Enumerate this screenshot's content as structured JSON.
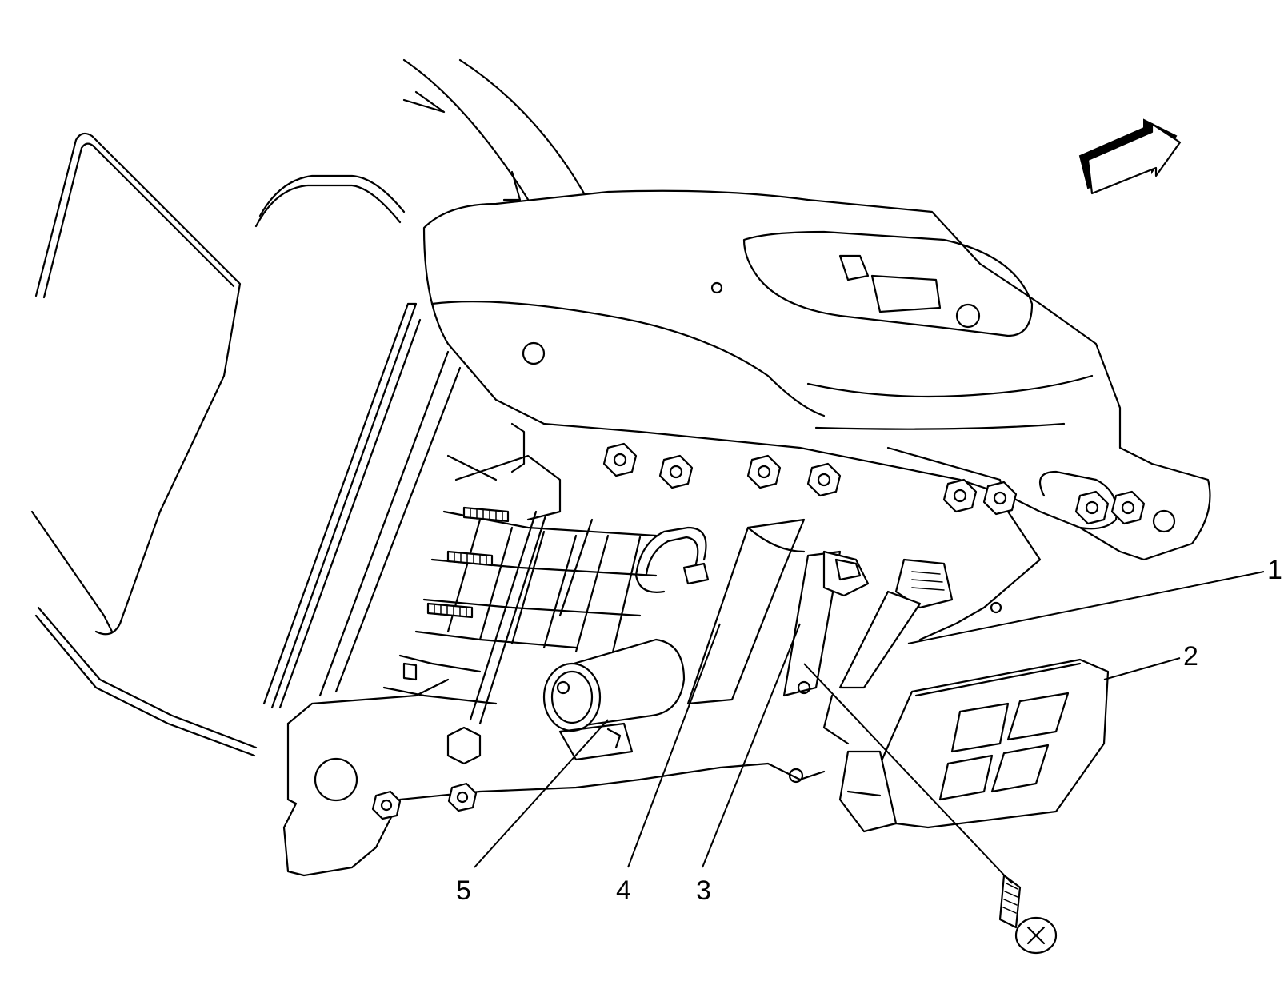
{
  "diagram": {
    "callouts": [
      {
        "id": "1",
        "label": "1"
      },
      {
        "id": "2",
        "label": "2"
      },
      {
        "id": "3",
        "label": "3"
      },
      {
        "id": "4",
        "label": "4"
      },
      {
        "id": "5",
        "label": "5"
      }
    ],
    "direction_arrow_icon": "forward-arrow-icon"
  }
}
